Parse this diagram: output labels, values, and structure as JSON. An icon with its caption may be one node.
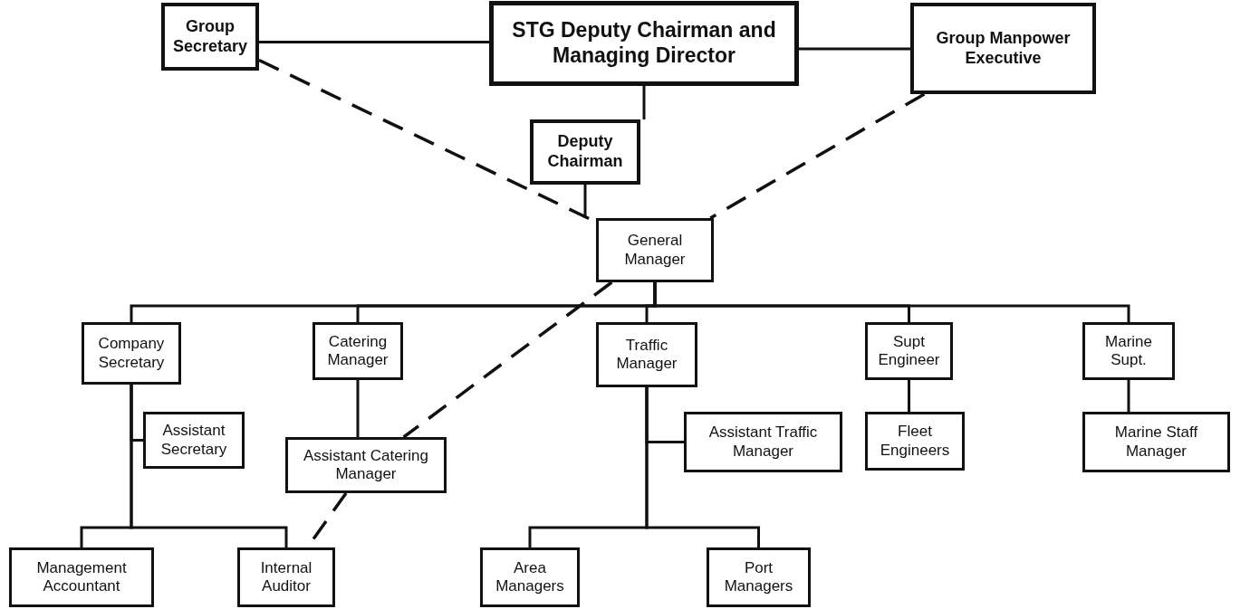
{
  "diagram": {
    "nodes": [
      {
        "text": [
          "Group Secretary"
        ]
      },
      {
        "text": [
          "STG Deputy Chairman and Managing Director"
        ]
      },
      {
        "text": [
          "Group Manpower Executive"
        ]
      },
      {
        "text": [
          "Deputy Chairman"
        ]
      },
      {
        "text": [
          "General Manager"
        ]
      },
      {
        "text": [
          "Company Secretary"
        ]
      },
      {
        "text": [
          "Catering Manager"
        ]
      },
      {
        "text": [
          "Traffic Manager"
        ]
      },
      {
        "text": [
          "Supt Engineer"
        ]
      },
      {
        "text": [
          "Marine Supt."
        ]
      },
      {
        "text": [
          "Assistant Secretary"
        ]
      },
      {
        "text": [
          "Assistant Catering Manager"
        ]
      },
      {
        "text": [
          "Assistant Traffic Manager"
        ]
      },
      {
        "text": [
          "Fleet Engineers"
        ]
      },
      {
        "text": [
          "Marine Staff Manager"
        ]
      },
      {
        "text": [
          "Management Accountant"
        ]
      },
      {
        "text": [
          "Internal Auditor"
        ]
      },
      {
        "text": [
          "Area Managers"
        ]
      },
      {
        "text": [
          "Port Managers"
        ]
      }
    ],
    "edges": [
      {
        "from": 0,
        "to": 1,
        "arrow": "none"
      },
      {
        "from": 1,
        "to": 2,
        "arrow": "none"
      },
      {
        "from": 1,
        "to": 3,
        "arrow": "none"
      },
      {
        "from": 3,
        "to": 4,
        "arrow": "none"
      },
      {
        "from": 0,
        "to": 4,
        "arrow": "none",
        "style": "dashed"
      },
      {
        "from": 2,
        "to": 4,
        "arrow": "none",
        "style": "dashed"
      },
      {
        "from": 4,
        "to": 5,
        "arrow": "none"
      },
      {
        "from": 4,
        "to": 6,
        "arrow": "none"
      },
      {
        "from": 4,
        "to": 7,
        "arrow": "none"
      },
      {
        "from": 4,
        "to": 8,
        "arrow": "none"
      },
      {
        "from": 4,
        "to": 9,
        "arrow": "none"
      },
      {
        "from": 4,
        "to": 11,
        "arrow": "none",
        "style": "dashed"
      },
      {
        "from": 5,
        "to": 10,
        "arrow": "none"
      },
      {
        "from": 5,
        "to": 15,
        "arrow": "none"
      },
      {
        "from": 5,
        "to": 16,
        "arrow": "none"
      },
      {
        "from": 6,
        "to": 11,
        "arrow": "none"
      },
      {
        "from": 11,
        "to": 16,
        "arrow": "none",
        "style": "dashed"
      },
      {
        "from": 7,
        "to": 12,
        "arrow": "none"
      },
      {
        "from": 7,
        "to": 17,
        "arrow": "none"
      },
      {
        "from": 7,
        "to": 18,
        "arrow": "none"
      },
      {
        "from": 8,
        "to": 13,
        "arrow": "none"
      },
      {
        "from": 9,
        "to": 14,
        "arrow": "none"
      }
    ]
  }
}
